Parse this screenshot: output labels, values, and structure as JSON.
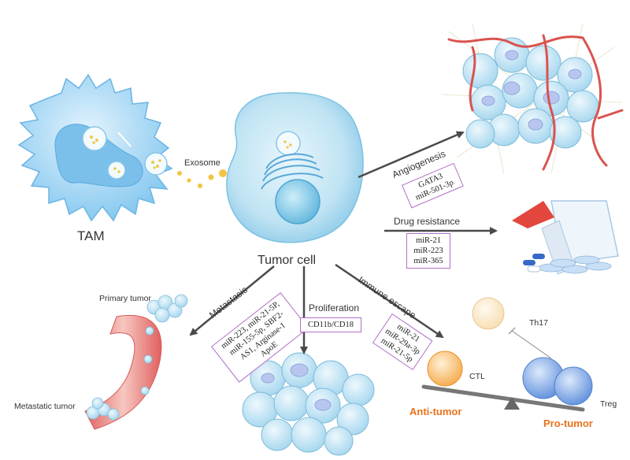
{
  "cells": {
    "tam": "TAM",
    "tumor": "Tumor cell",
    "exosome": "Exosome",
    "primary": "Primary tumor",
    "metastatic": "Metastatic tumor",
    "ctl": "CTL",
    "treg": "Treg",
    "th17": "Th17"
  },
  "processes": {
    "angiogenesis": {
      "label": "Angiogenesis",
      "mirnas": [
        "GATA3",
        "miR-501-3p"
      ]
    },
    "drug_resistance": {
      "label": "Drug resistance",
      "mirnas": [
        "miR-21",
        "miR-223",
        "miR-365"
      ]
    },
    "metastasis": {
      "label": "Metastasis",
      "mirnas": [
        "miR-223, miR-21-5P,",
        "miR-155-5p, SBF2-",
        "AS1, Arginase-1",
        "ApoE"
      ]
    },
    "proliferation": {
      "label": "Proliferation",
      "mirnas": [
        "CD11b/CD18"
      ]
    },
    "immune_escape": {
      "label": "Immune escape",
      "mirnas": [
        "miR-21",
        "miR-29a-3p",
        "miR-21-5p"
      ]
    }
  },
  "balance": {
    "anti": "Anti-tumor",
    "pro": "Pro-tumor"
  },
  "colors": {
    "anti": "#e8721c",
    "pro": "#e8721c",
    "box_border": "#b070c8",
    "arrow": "#555555"
  }
}
